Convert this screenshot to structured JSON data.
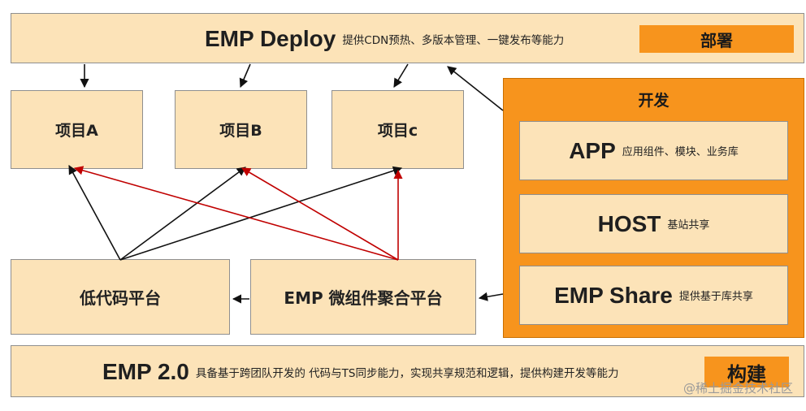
{
  "deploy": {
    "title": "EMP Deploy",
    "desc": "提供CDN预热、多版本管理、一键发布等能力",
    "tag": "部署"
  },
  "projects": [
    {
      "label": "项目A"
    },
    {
      "label": "项目B"
    },
    {
      "label": "项目c"
    }
  ],
  "platforms": {
    "lowcode": "低代码平台",
    "emp_micro": "EMP 微组件聚合平台"
  },
  "dev": {
    "title": "开发",
    "items": [
      {
        "title": "APP",
        "desc": "应用组件、模块、业务库"
      },
      {
        "title": "HOST",
        "desc": "基站共享"
      },
      {
        "title": "EMP Share",
        "desc": "提供基于库共享"
      }
    ]
  },
  "build": {
    "title": "EMP 2.0",
    "desc": "具备基于跨团队开发的 代码与TS同步能力，实现共享规范和逻辑，提供构建开发等能力",
    "tag": "构建"
  },
  "watermark": "@稀土掘金技术社区",
  "colors": {
    "box_fill": "#fce3b8",
    "accent_orange": "#f7941d",
    "arrow_black": "#111111",
    "arrow_red": "#c00000"
  }
}
